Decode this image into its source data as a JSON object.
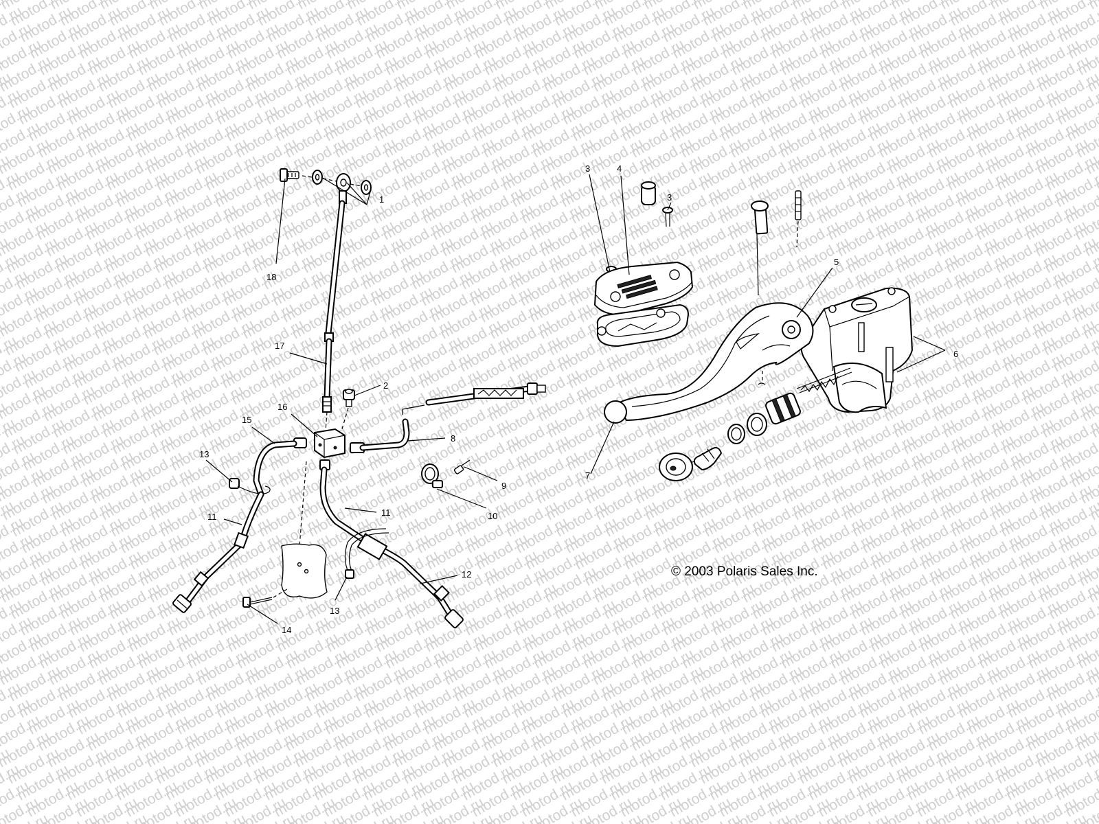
{
  "diagram": {
    "watermark_text": "motod.ru",
    "copyright": "© 2003 Polaris Sales Inc.",
    "callouts": [
      {
        "id": "c1",
        "label": "1"
      },
      {
        "id": "c2",
        "label": "2"
      },
      {
        "id": "c3a",
        "label": "3"
      },
      {
        "id": "c3b",
        "label": "3"
      },
      {
        "id": "c4",
        "label": "4"
      },
      {
        "id": "c5",
        "label": "5"
      },
      {
        "id": "c6",
        "label": "6"
      },
      {
        "id": "c7",
        "label": "7"
      },
      {
        "id": "c8",
        "label": "8"
      },
      {
        "id": "c9",
        "label": "9"
      },
      {
        "id": "c10",
        "label": "10"
      },
      {
        "id": "c11a",
        "label": "11"
      },
      {
        "id": "c11b",
        "label": "11"
      },
      {
        "id": "c12",
        "label": "12"
      },
      {
        "id": "c13a",
        "label": "13"
      },
      {
        "id": "c13b",
        "label": "13"
      },
      {
        "id": "c14",
        "label": "14"
      },
      {
        "id": "c15",
        "label": "15"
      },
      {
        "id": "c16",
        "label": "16"
      },
      {
        "id": "c17",
        "label": "17"
      },
      {
        "id": "c18",
        "label": "18"
      }
    ]
  }
}
